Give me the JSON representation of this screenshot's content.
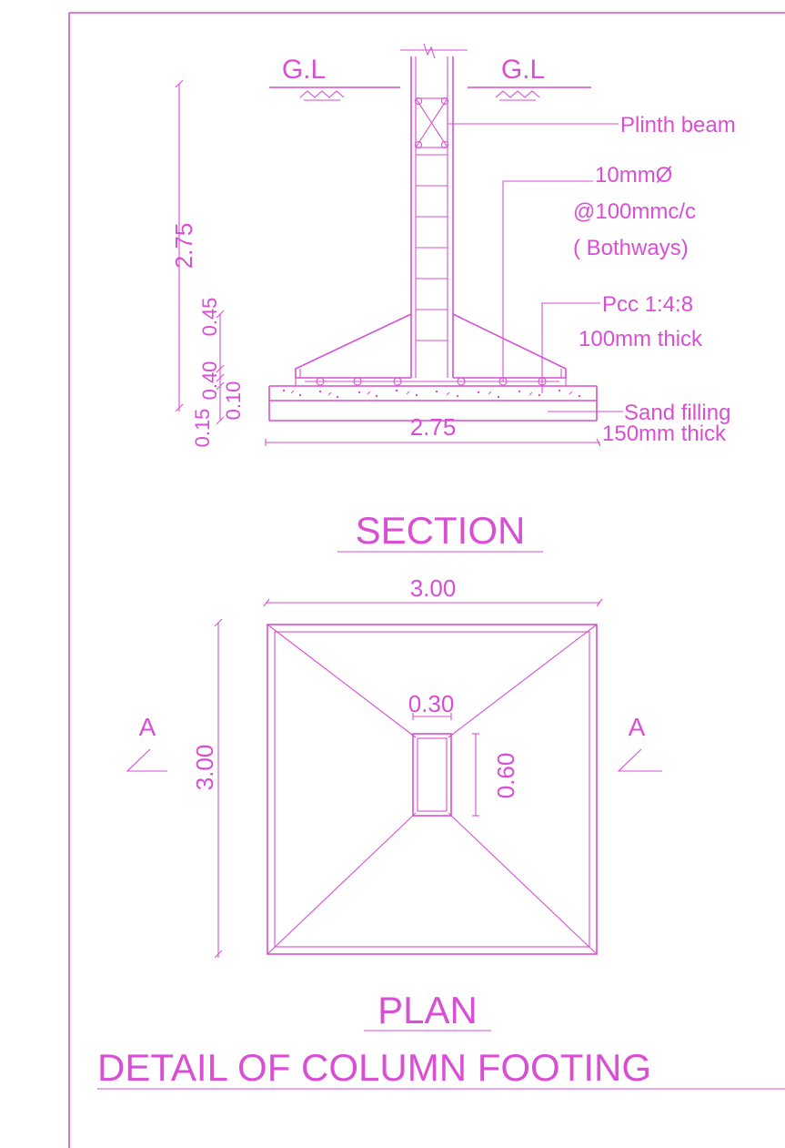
{
  "colors": {
    "ink": "#d94fd4",
    "background": "#ffffff"
  },
  "section": {
    "ground_left": "G.L",
    "ground_right": "G.L",
    "callout_plinth": "Plinth beam",
    "callout_rebar_1": "10mmØ",
    "callout_rebar_2": "@100mmc/c",
    "callout_rebar_3": "( Bothways)",
    "callout_pcc_1": "Pcc 1:4:8",
    "callout_pcc_2": "100mm thick",
    "callout_sand_1": "Sand filling",
    "callout_sand_2": "150mm thick",
    "dim_total_height": "2.75",
    "dim_slope": "0.45",
    "dim_footing_edge": "0.40",
    "dim_pcc": "0.10",
    "dim_sand": "0.15",
    "dim_width": "2.75",
    "title": "SECTION"
  },
  "plan": {
    "dim_width": "3.00",
    "dim_height": "3.00",
    "dim_column_width": "0.30",
    "dim_column_depth": "0.60",
    "section_mark_left": "A",
    "section_mark_right": "A",
    "title": "PLAN"
  },
  "sheet_title": "DETAIL OF COLUMN FOOTING"
}
